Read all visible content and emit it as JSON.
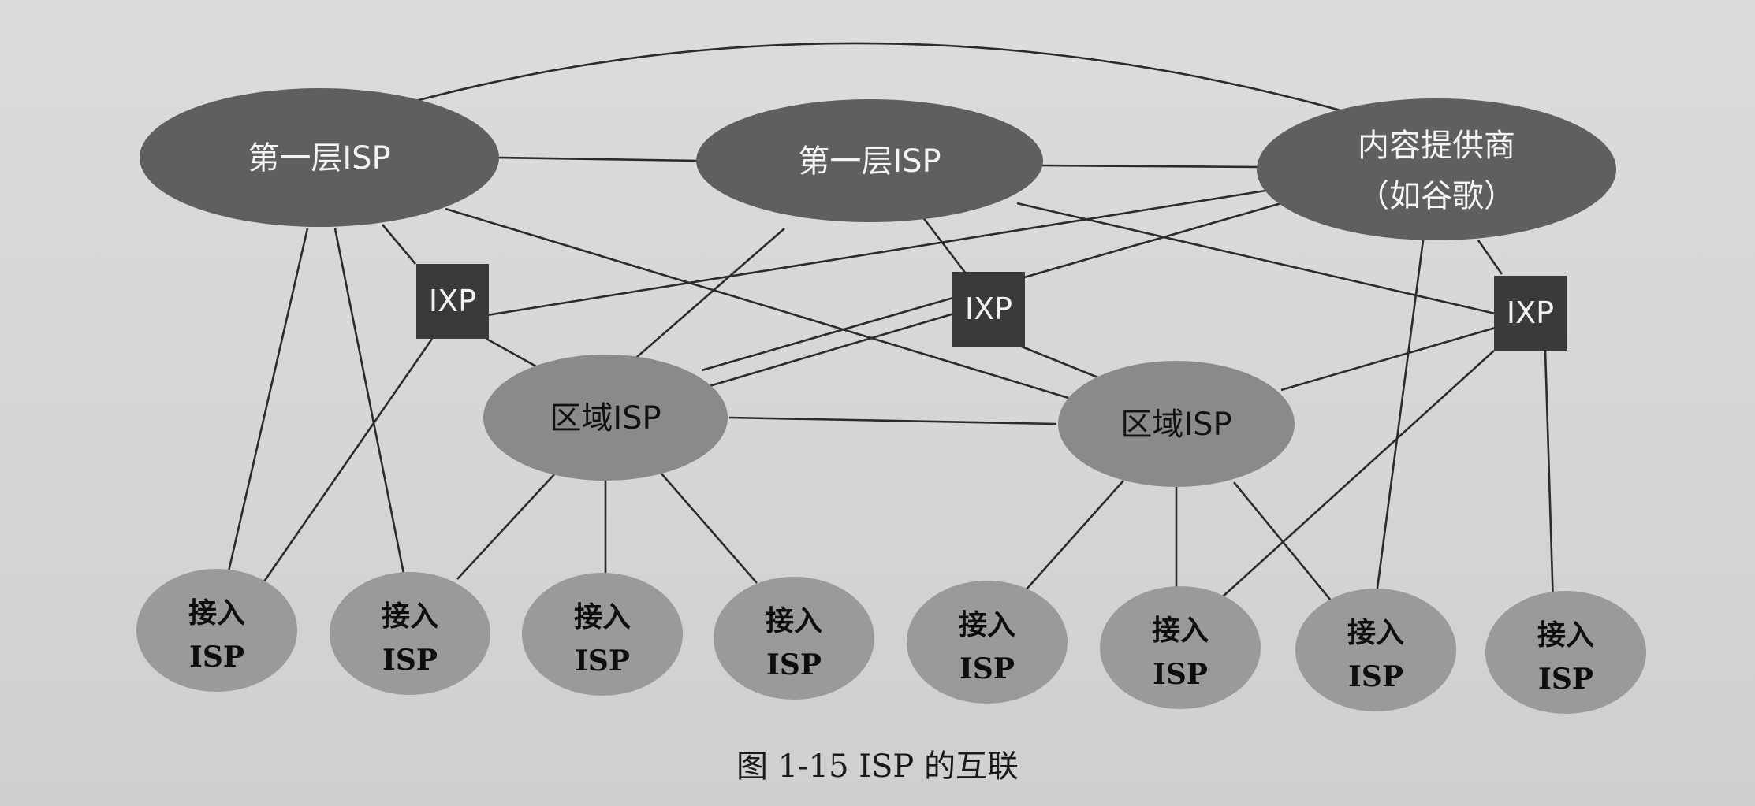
{
  "figure": {
    "caption": "图 1-15    ISP 的互联"
  },
  "nodes": {
    "tier1_left": {
      "label": "第一层ISP"
    },
    "tier1_center": {
      "label": "第一层ISP"
    },
    "content_provider": {
      "label_line1": "内容提供商",
      "label_line2": "（如谷歌）"
    },
    "ixp_1": {
      "label": "IXP"
    },
    "ixp_2": {
      "label": "IXP"
    },
    "ixp_3": {
      "label": "IXP"
    },
    "regional_left": {
      "label": "区域ISP"
    },
    "regional_right": {
      "label": "区域ISP"
    },
    "access_isps": [
      {
        "line1": "接入",
        "line2": "ISP"
      },
      {
        "line1": "接入",
        "line2": "ISP"
      },
      {
        "line1": "接入",
        "line2": "ISP"
      },
      {
        "line1": "接入",
        "line2": "ISP"
      },
      {
        "line1": "接入",
        "line2": "ISP"
      },
      {
        "line1": "接入",
        "line2": "ISP"
      },
      {
        "line1": "接入",
        "line2": "ISP"
      },
      {
        "line1": "接入",
        "line2": "ISP"
      }
    ]
  },
  "colors": {
    "tier1": "#5f5f5f",
    "regional": "#8a8a8a",
    "access": "#9a9a9a",
    "ixp": "#3a3a3a",
    "link": "#2b2b2b"
  }
}
